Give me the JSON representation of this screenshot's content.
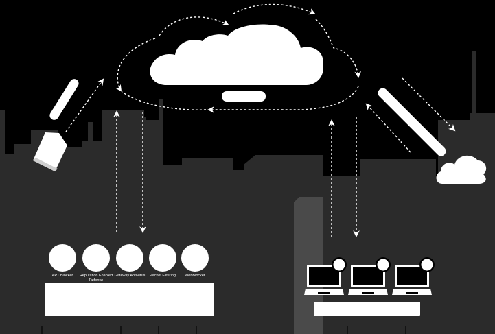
{
  "colors": {
    "background": "#000000",
    "skyline": "#2b2b2b",
    "skyline_highlight": "#4a4a4a",
    "foreground": "#ffffff"
  },
  "icons": {
    "central_cloud": "cloud-icon",
    "small_cloud": "cloud-icon",
    "devices": "laptop-icon",
    "left_device": "usb-drive-icon",
    "right_device": "cable-icon"
  },
  "protections": [
    {
      "label": "APT Blocker"
    },
    {
      "label": "Reputation Enabled Defense"
    },
    {
      "label": "Gateway AntiVirus"
    },
    {
      "label": "Packet Filtering"
    },
    {
      "label": "WebBlocker"
    }
  ],
  "laptops": [
    {},
    {},
    {}
  ]
}
